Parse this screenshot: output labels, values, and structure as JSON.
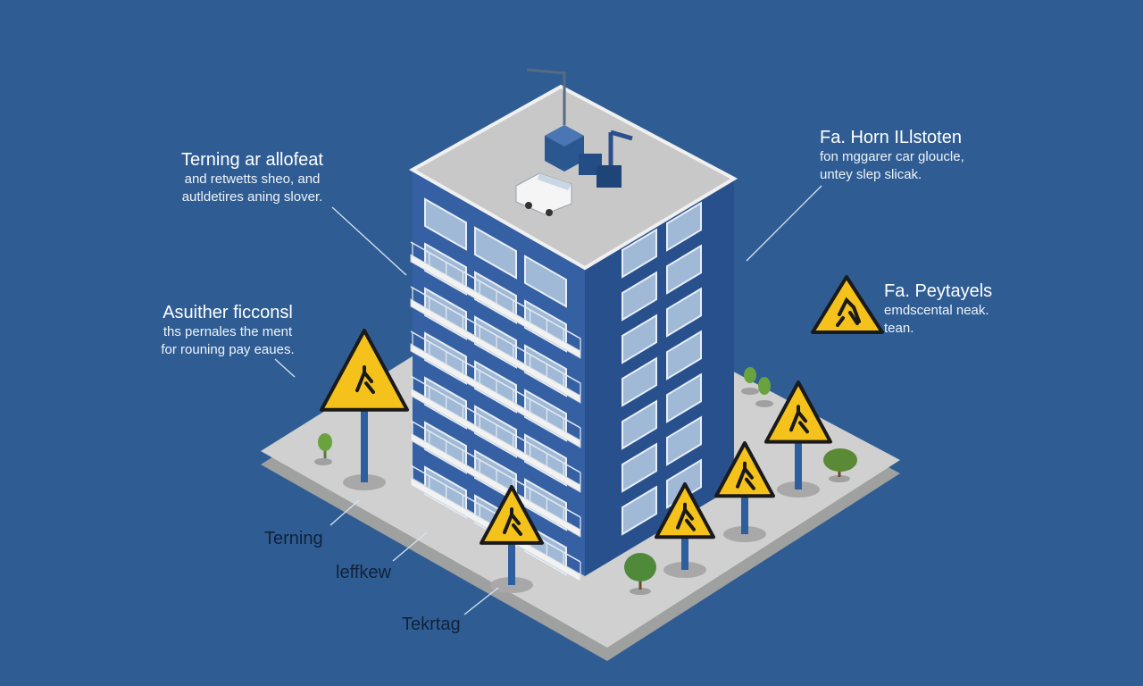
{
  "annotations": {
    "top_left": {
      "title": "Terning ar allofeat",
      "lines": [
        "and retwetts sheo, and",
        "autldetires aning slover."
      ]
    },
    "mid_left": {
      "title": "Asuither ficconsl",
      "lines": [
        "ths pernales the ment",
        "for rouning pay eaues."
      ]
    },
    "top_right": {
      "title": "Fa. Horn ILlstoten",
      "lines": [
        "fon mggarer car gloucle,",
        "untey slep slicak."
      ]
    },
    "mid_right": {
      "title": "Fa. Peytayels",
      "lines": [
        "emdscental neak.",
        "tean."
      ]
    }
  },
  "ground_labels": {
    "first": "Terning",
    "second": "leffkew",
    "third": "Tekrtag"
  },
  "colors": {
    "background": "#2f5d93",
    "building_front": "#3560a3",
    "building_side": "#2a4f8c",
    "roof": "#bdbdbd",
    "platform": "#cfd0cf",
    "sign_yellow": "#f4c21b",
    "pole": "#2d5e9e"
  },
  "icons": [
    "warning-sign-icon",
    "tree-icon",
    "van-icon",
    "antenna-icon"
  ]
}
